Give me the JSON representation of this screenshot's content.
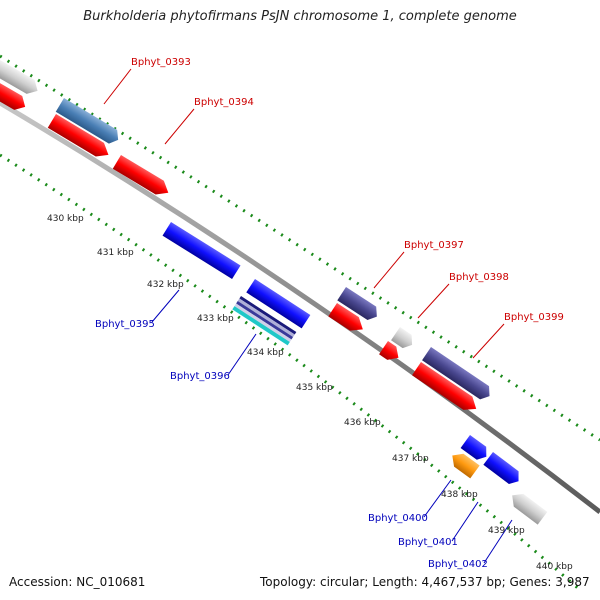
{
  "title": "Burkholderia phytofirmans PsJN chromosome 1, complete genome",
  "footer": {
    "accession": "Accession: NC_010681",
    "topology": "Topology: circular; Length: 4,467,537 bp; Genes: 3,987"
  },
  "colors": {
    "backbone": "#8a8a8a",
    "tick": "#1a8a1a",
    "forward_label": "#cc0000",
    "reverse_label": "#0000bb"
  },
  "ruler": [
    "430 kbp",
    "431 kbp",
    "432 kbp",
    "433 kbp",
    "434 kbp",
    "435 kbp",
    "436 kbp",
    "437 kbp",
    "438 kbp",
    "439 kbp",
    "440 kbp"
  ],
  "gene_labels": [
    {
      "id": "g0393",
      "text": "Bphyt_0393",
      "strand": "forward"
    },
    {
      "id": "g0394",
      "text": "Bphyt_0394",
      "strand": "forward"
    },
    {
      "id": "g0397",
      "text": "Bphyt_0397",
      "strand": "forward"
    },
    {
      "id": "g0398",
      "text": "Bphyt_0398",
      "strand": "forward"
    },
    {
      "id": "g0399",
      "text": "Bphyt_0399",
      "strand": "forward"
    },
    {
      "id": "g0395",
      "text": "Bphyt_0395",
      "strand": "reverse"
    },
    {
      "id": "g0396",
      "text": "Bphyt_0396",
      "strand": "reverse"
    },
    {
      "id": "g0400",
      "text": "Bphyt_0400",
      "strand": "reverse"
    },
    {
      "id": "g0401",
      "text": "Bphyt_0401",
      "strand": "reverse"
    },
    {
      "id": "g0402",
      "text": "Bphyt_0402",
      "strand": "reverse"
    }
  ]
}
